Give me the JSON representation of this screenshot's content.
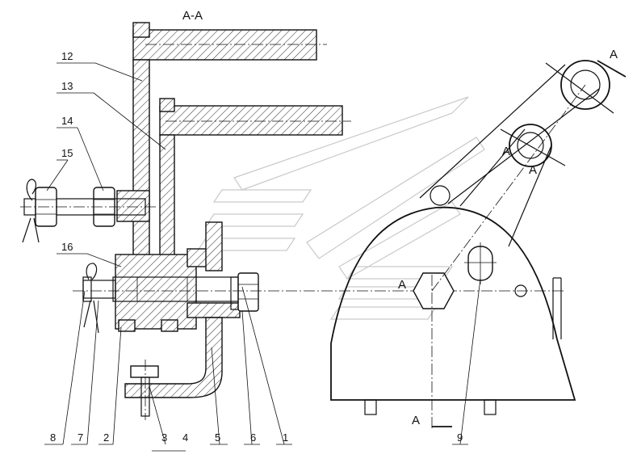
{
  "section_title": "А-А",
  "section_marks": [
    "А",
    "А",
    "А",
    "А",
    "А"
  ],
  "callouts": [
    "12",
    "13",
    "14",
    "15",
    "16",
    "8",
    "7",
    "2",
    "3",
    "4",
    "5",
    "6",
    "1",
    "9"
  ]
}
